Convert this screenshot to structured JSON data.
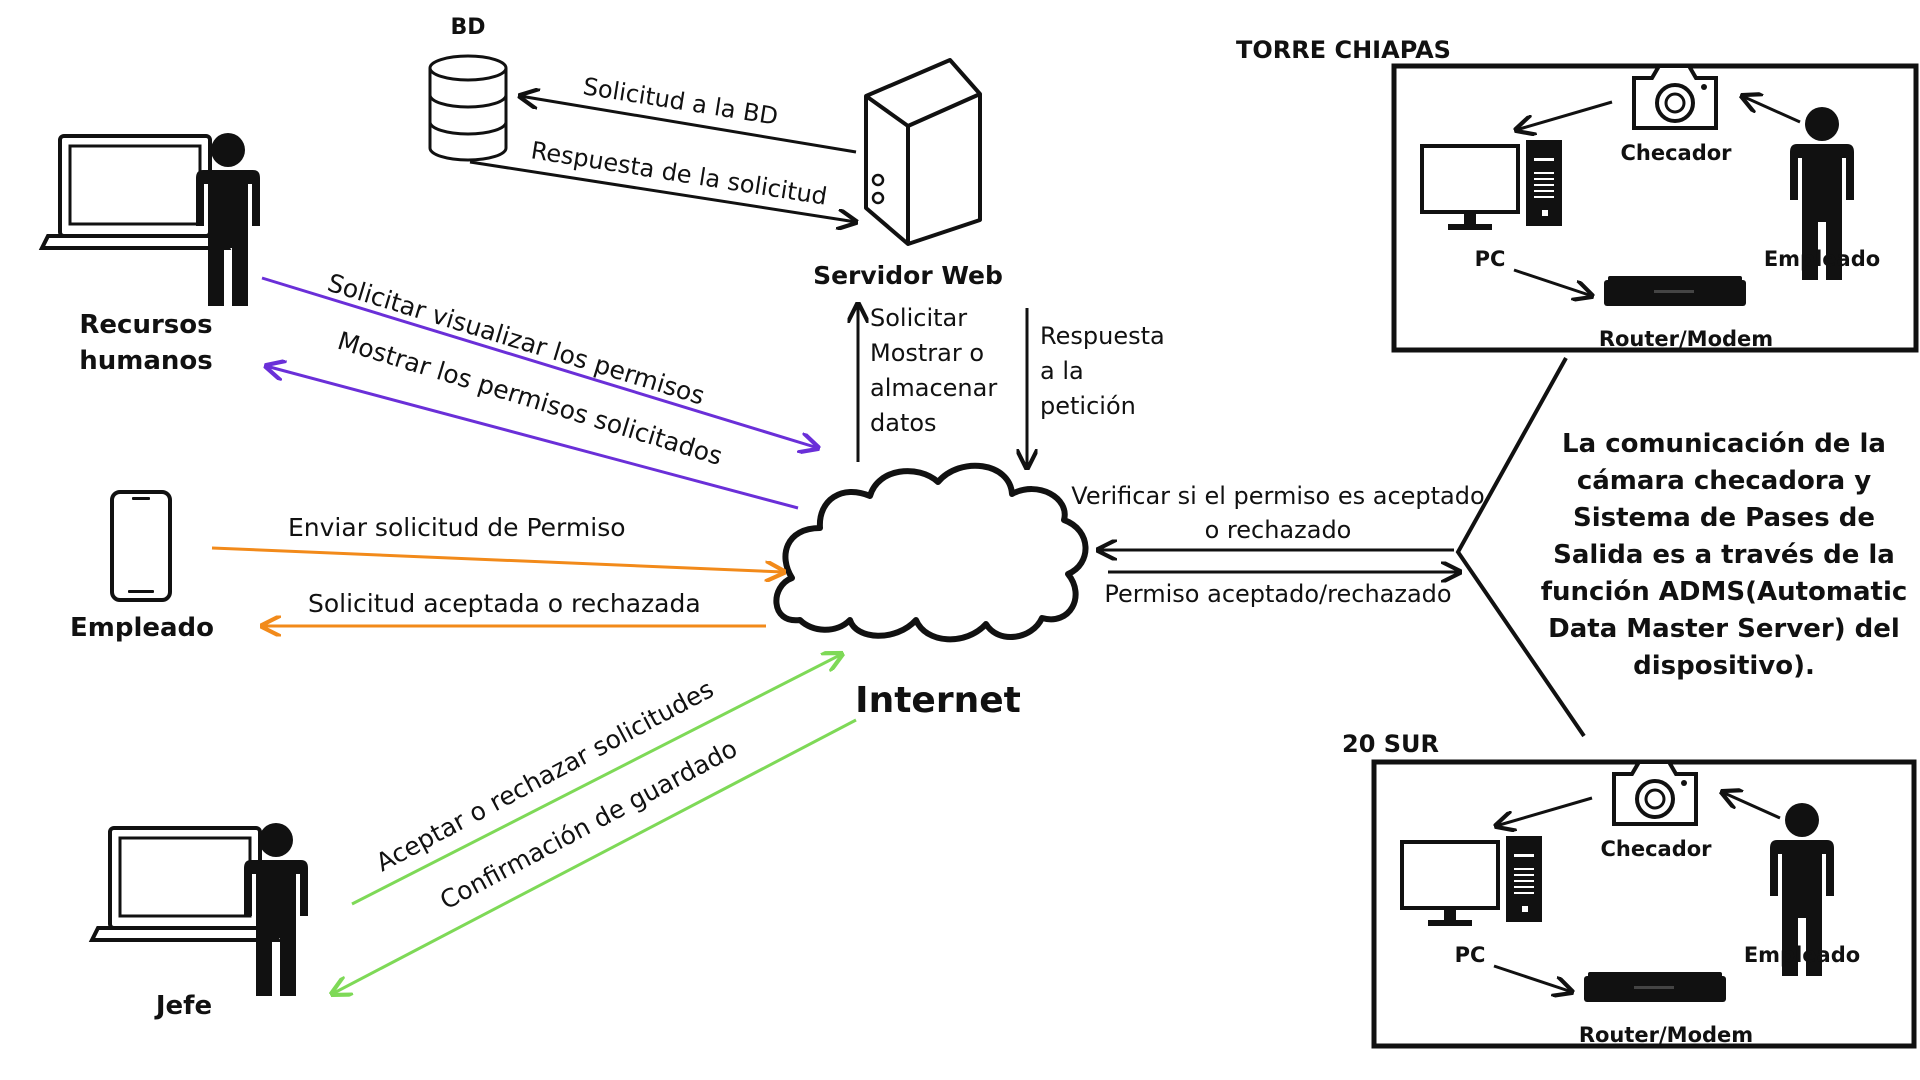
{
  "db": {
    "label": "BD"
  },
  "server": {
    "label": "Servidor Web"
  },
  "internet": {
    "label": "Internet"
  },
  "actors": {
    "hr_line1": "Recursos",
    "hr_line2": "humanos",
    "employee": "Empleado",
    "boss": "Jefe"
  },
  "flows": {
    "db_request": "Solicitud a la BD",
    "db_response": "Respuesta de la solicitud",
    "server_up": [
      "Solicitar",
      "Mostrar o",
      "almacenar",
      "datos"
    ],
    "server_down": [
      "Respuesta",
      "a la",
      "petición"
    ],
    "hr_request": "Solicitar visualizar los permisos",
    "hr_response": "Mostrar los permisos solicitados",
    "emp_request": "Enviar solicitud de Permiso",
    "emp_response": "Solicitud aceptada o rechazada",
    "boss_request": "Aceptar o rechazar solicitudes",
    "boss_response": "Confirmación de guardado",
    "site_request_1": "Verificar si el permiso es aceptado",
    "site_request_2": "o rechazado",
    "site_response": "Permiso aceptado/rechazado"
  },
  "sites": [
    {
      "name": "TORRE CHIAPAS",
      "camera": "Checador",
      "pc": "PC",
      "employee": "Empleado",
      "router": "Router/Modem"
    },
    {
      "name": "20 SUR",
      "camera": "Checador",
      "pc": "PC",
      "employee": "Empleado",
      "router": "Router/Modem"
    }
  ],
  "note": [
    "La comunicación de la",
    "cámara checadora y",
    "Sistema de Pases de",
    "Salida es a través de la",
    "función ADMS(Automatic",
    "Data Master Server) del",
    "dispositivo)."
  ],
  "colors": {
    "hr_flow": "#6a2fd8",
    "employee_flow": "#f28a1a",
    "boss_flow": "#7ed957",
    "default": "#111111"
  }
}
